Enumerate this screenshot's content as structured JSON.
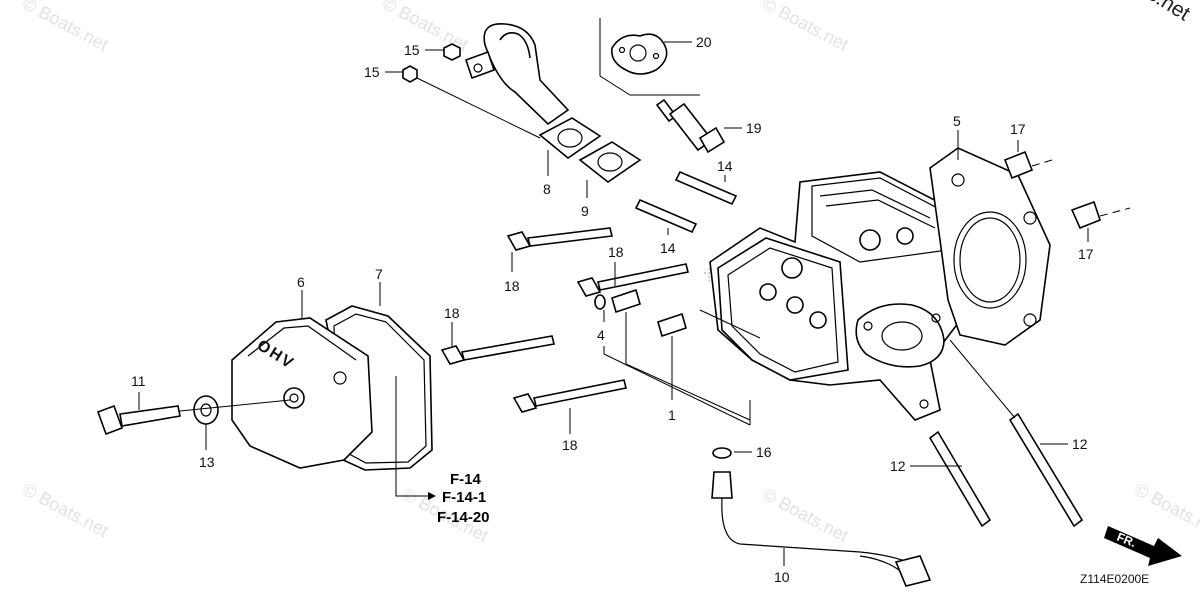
{
  "copyright": "© Boats.net",
  "watermark_text": "© Boats.net",
  "callouts": [
    {
      "id": "p1",
      "label": "1"
    },
    {
      "id": "p4",
      "label": "4"
    },
    {
      "id": "p5",
      "label": "5"
    },
    {
      "id": "p6",
      "label": "6"
    },
    {
      "id": "p7",
      "label": "7"
    },
    {
      "id": "p8",
      "label": "8"
    },
    {
      "id": "p9",
      "label": "9"
    },
    {
      "id": "p10",
      "label": "10"
    },
    {
      "id": "p11",
      "label": "11"
    },
    {
      "id": "p12a",
      "label": "12"
    },
    {
      "id": "p12b",
      "label": "12"
    },
    {
      "id": "p13",
      "label": "13"
    },
    {
      "id": "p14a",
      "label": "14"
    },
    {
      "id": "p14b",
      "label": "14"
    },
    {
      "id": "p15a",
      "label": "15"
    },
    {
      "id": "p15b",
      "label": "15"
    },
    {
      "id": "p16",
      "label": "16"
    },
    {
      "id": "p17a",
      "label": "17"
    },
    {
      "id": "p17b",
      "label": "17"
    },
    {
      "id": "p18a",
      "label": "18"
    },
    {
      "id": "p18b",
      "label": "18"
    },
    {
      "id": "p18c",
      "label": "18"
    },
    {
      "id": "p18d",
      "label": "18"
    },
    {
      "id": "p19",
      "label": "19"
    },
    {
      "id": "p20",
      "label": "20"
    }
  ],
  "references": [
    "F-14",
    "F-14-1",
    "F-14-20"
  ],
  "cover_marking": "OHV",
  "direction_label": "FR.",
  "diagram_code": "Z114E0200E"
}
